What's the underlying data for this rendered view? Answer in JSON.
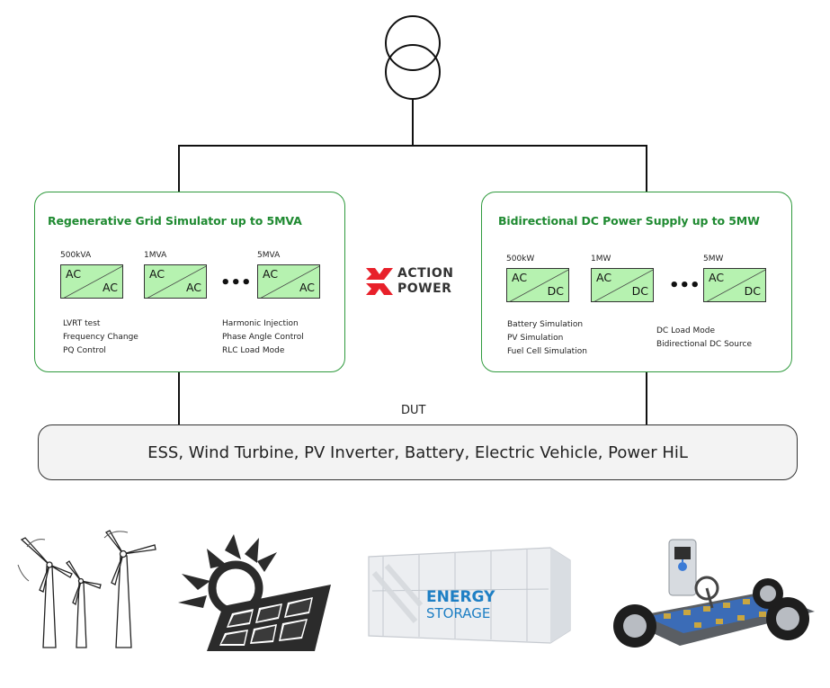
{
  "brand": {
    "line1": "ACTION",
    "line2": "POWER",
    "mark_color": "#e8202a"
  },
  "grid_panel": {
    "title": "Regenerative Grid Simulator up to 5MVA",
    "units": [
      {
        "rating": "500kVA",
        "in": "AC",
        "out": "AC"
      },
      {
        "rating": "1MVA",
        "in": "AC",
        "out": "AC"
      },
      {
        "rating": "5MVA",
        "in": "AC",
        "out": "AC"
      }
    ],
    "ellipsis": "•••",
    "features_left": [
      "LVRT test",
      "Frequency Change",
      "PQ Control"
    ],
    "features_right": [
      "Harmonic Injection",
      "Phase Angle Control",
      "RLC Load Mode"
    ]
  },
  "dc_panel": {
    "title": "Bidirectional DC Power Supply up to 5MW",
    "units": [
      {
        "rating": "500kW",
        "in": "AC",
        "out": "DC"
      },
      {
        "rating": "1MW",
        "in": "AC",
        "out": "DC"
      },
      {
        "rating": "5MW",
        "in": "AC",
        "out": "DC"
      }
    ],
    "ellipsis": "•••",
    "features_left": [
      "Battery Simulation",
      "PV Simulation",
      "Fuel Cell Simulation"
    ],
    "features_right": [
      "DC Load Mode",
      "Bidirectional DC Source"
    ]
  },
  "dut": {
    "label": "DUT",
    "devices": "ESS, Wind Turbine, PV Inverter, Battery, Electric Vehicle, Power HiL"
  },
  "illustrations": {
    "storage_line1": "ENERGY",
    "storage_line2": "STORAGE"
  },
  "colors": {
    "panel_border": "#2f9a3d",
    "panel_title": "#1f8a31",
    "converter_fill": "#b6f2b0",
    "dut_fill": "#f3f3f3"
  }
}
